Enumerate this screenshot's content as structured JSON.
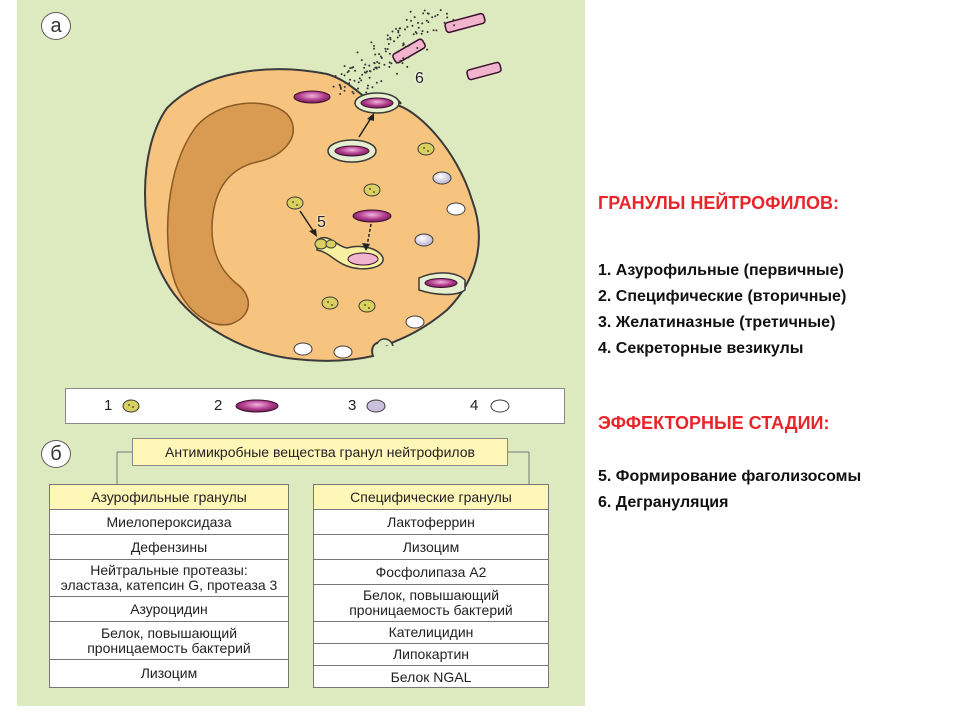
{
  "panel_a": {
    "label": "а"
  },
  "panel_b": {
    "label": "б"
  },
  "cell_labels": {
    "five": "5",
    "six": "6"
  },
  "legend": [
    {
      "num": "1",
      "kind": "azurophilic-granule"
    },
    {
      "num": "2",
      "kind": "specific-granule"
    },
    {
      "num": "3",
      "kind": "gelatinase-granule"
    },
    {
      "num": "4",
      "kind": "secretory-vesicle"
    }
  ],
  "antimicrobial_title": "Антимикробные вещества гранул нейтрофилов",
  "azurophilic_table": {
    "header": "Азурофильные гранулы",
    "rows": [
      "Миелопероксидаза",
      "Дефензины",
      "Нейтральные протеазы:\nэластаза, катепсин G, протеаза 3",
      "Азуроцидин",
      "Белок, повышающий\nпроницаемость бактерий",
      "Лизоцим"
    ]
  },
  "specific_table": {
    "header": "Специфические гранулы",
    "rows": [
      "Лактоферрин",
      "Лизоцим",
      "Фосфолипаза А2",
      "Белок, повышающий\nпроницаемость бактерий",
      "Кателицидин",
      "Липокартин",
      "Белок NGAL"
    ]
  },
  "side": {
    "granules_heading": "ГРАНУЛЫ НЕЙТРОФИЛОВ:",
    "granules": [
      "1. Азурофильные (первичные)",
      "2. Специфические (вторичные)",
      "3. Желатиназные (третичные)",
      "4. Секреторные везикулы"
    ],
    "stages_heading": "ЭФФЕКТОРНЫЕ СТАДИИ:",
    "stages": [
      "5. Формирование фаголизосомы",
      "6. Дегрануляция"
    ]
  },
  "colors": {
    "panel_bg": "#ddeac0",
    "cytoplasm": "#f7c47f",
    "nucleus": "#d99a52",
    "azurophilic": "#d8d060",
    "specific": "#b03a8a",
    "gelatinase": "#d8d0e8",
    "vesicle": "#ffffff",
    "table_header": "#fff7b8",
    "heading_red": "#e8252a"
  }
}
